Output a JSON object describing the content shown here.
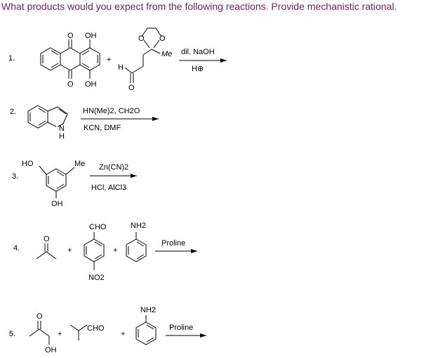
{
  "question": "What products would you expect from the following reactions. Provide mechanistic rational.",
  "reactions": [
    {
      "number": "1.",
      "plus": "+",
      "reactant1": {
        "oh_top": "OH",
        "oh_bottom": "OH",
        "o_top": "O",
        "o_bottom": "O"
      },
      "reactant2": {
        "ring_o1": "O",
        "ring_o2": "O",
        "me": "Me",
        "h": "H",
        "o": "O"
      },
      "above_arrow": "dil. NaOH",
      "below_arrow": "H⊕"
    },
    {
      "number": "2.",
      "reactant": {
        "n": "N",
        "h": "H"
      },
      "above_arrow": "HN(Me)2, CH2O",
      "below_arrow": "KCN, DMF"
    },
    {
      "number": "3.",
      "reactant": {
        "ho": "HO",
        "me": "Me",
        "oh": "OH"
      },
      "above_arrow": "Zn(CN)2",
      "below_arrow": "HCl, AlCl3"
    },
    {
      "number": "4.",
      "plus1": "+",
      "plus2": "+",
      "reactant2": {
        "cho": "CHO",
        "no2": "NO2"
      },
      "reactant3": {
        "nh2": "NH2"
      },
      "above_arrow": "Proline",
      "reactant1": {
        "o": "O"
      }
    },
    {
      "number": "5.",
      "plus1": "+",
      "plus2": "+",
      "reactant1": {
        "o": "O",
        "oh": "OH"
      },
      "reactant2": {
        "cho": "CHO"
      },
      "reactant3": {
        "nh2": "NH2"
      },
      "above_arrow": "Proline"
    }
  ]
}
